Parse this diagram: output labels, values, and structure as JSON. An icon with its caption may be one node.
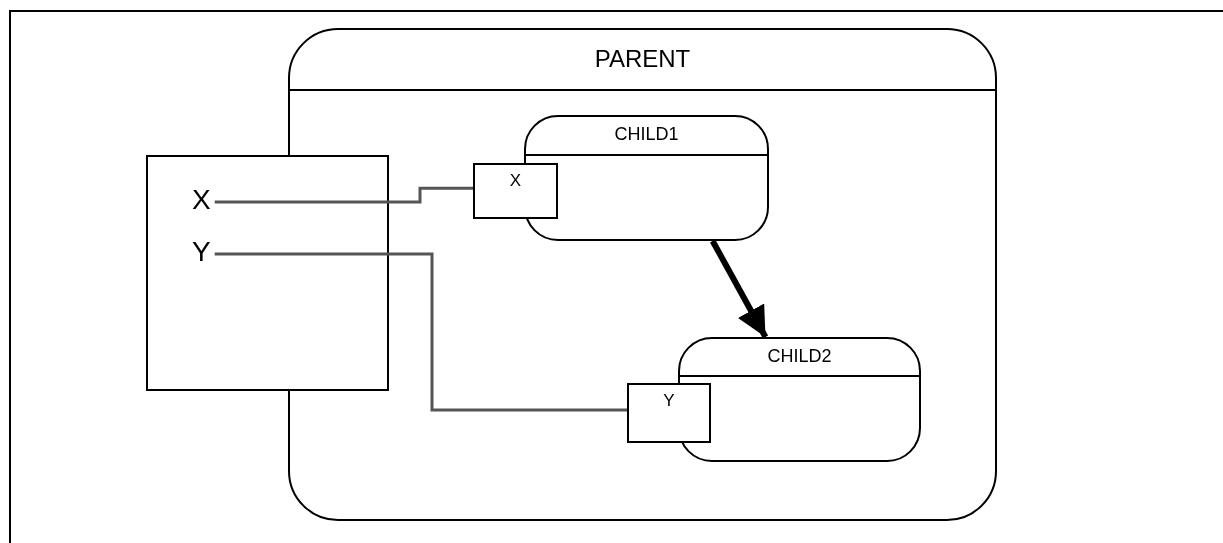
{
  "diagram": {
    "nodes": [
      {
        "text": [
          "PARENT"
        ]
      },
      {
        "text": [],
        "shape": "box"
      },
      {
        "text": [
          "X"
        ],
        "in": 1
      },
      {
        "text": [
          "Y"
        ],
        "in": 1
      },
      {
        "text": [
          "CHILD1"
        ],
        "in": 0
      },
      {
        "text": [
          "X"
        ],
        "in": 0
      },
      {
        "text": [
          "CHILD2"
        ],
        "in": 0
      },
      {
        "text": [
          "Y"
        ],
        "in": 0
      }
    ],
    "edges": [
      {
        "from": 2,
        "to": 5,
        "arrow": "none",
        "color": "#555555"
      },
      {
        "from": 3,
        "to": 7,
        "arrow": "none",
        "color": "#555555"
      },
      {
        "from": 4,
        "to": 6,
        "arrow": "to",
        "style": "thick"
      }
    ]
  }
}
